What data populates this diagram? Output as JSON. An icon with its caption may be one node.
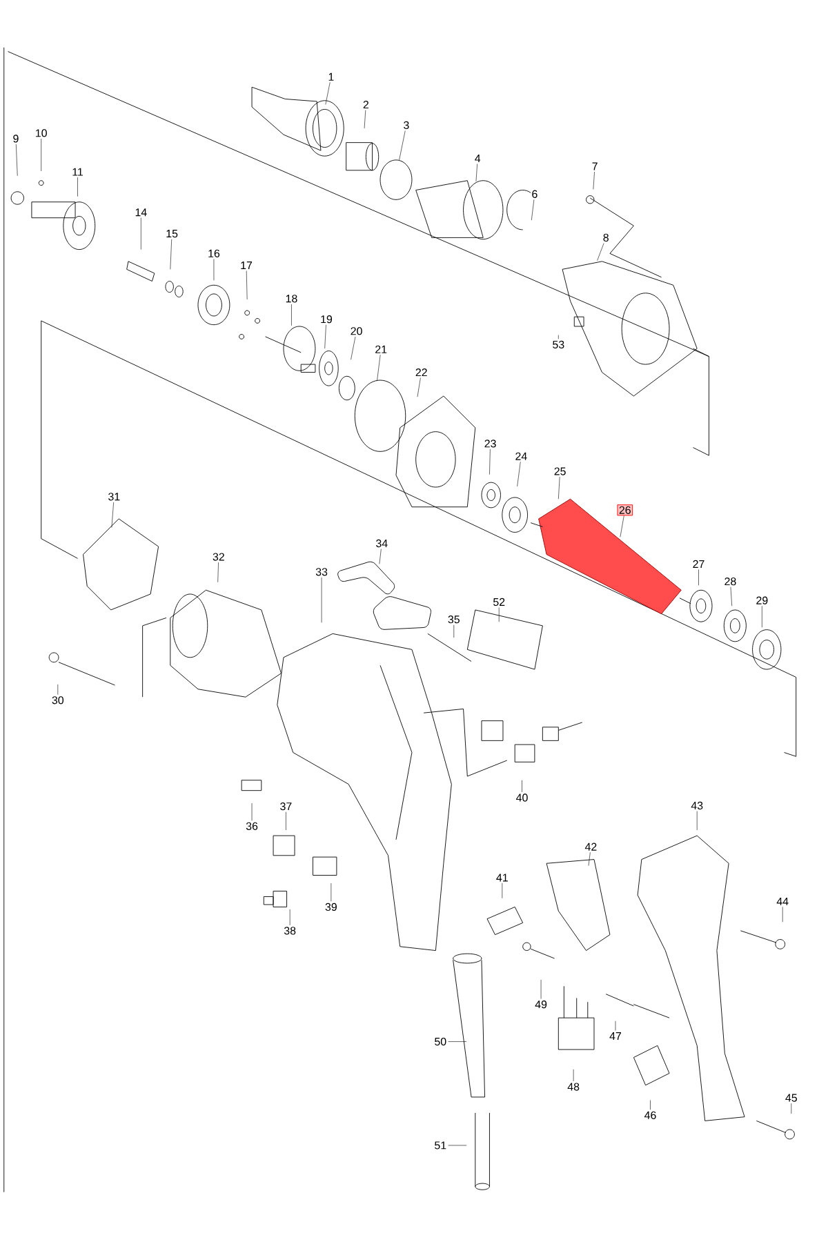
{
  "diagram": {
    "nodes": [
      {
        "text": [
          "1"
        ]
      },
      {
        "text": [
          "2"
        ]
      },
      {
        "text": [
          "3"
        ]
      },
      {
        "text": [
          "4"
        ]
      },
      {
        "text": [
          "6"
        ]
      },
      {
        "text": [
          "7"
        ]
      },
      {
        "text": [
          "8"
        ]
      },
      {
        "text": [
          "9"
        ]
      },
      {
        "text": [
          "10"
        ]
      },
      {
        "text": [
          "11"
        ]
      },
      {
        "text": [
          "14"
        ]
      },
      {
        "text": [
          "15"
        ]
      },
      {
        "text": [
          "16"
        ]
      },
      {
        "text": [
          "17"
        ]
      },
      {
        "text": [
          "18"
        ]
      },
      {
        "text": [
          "19"
        ]
      },
      {
        "text": [
          "20"
        ]
      },
      {
        "text": [
          "21"
        ]
      },
      {
        "text": [
          "22"
        ]
      },
      {
        "text": [
          "23"
        ]
      },
      {
        "text": [
          "24"
        ]
      },
      {
        "text": [
          "25"
        ]
      },
      {
        "text": [
          "26"
        ]
      },
      {
        "text": [
          "27"
        ]
      },
      {
        "text": [
          "28"
        ]
      },
      {
        "text": [
          "29"
        ]
      },
      {
        "text": [
          "30"
        ]
      },
      {
        "text": [
          "31"
        ]
      },
      {
        "text": [
          "32"
        ]
      },
      {
        "text": [
          "33"
        ]
      },
      {
        "text": [
          "34"
        ]
      },
      {
        "text": [
          "35"
        ]
      },
      {
        "text": [
          "36"
        ]
      },
      {
        "text": [
          "37"
        ]
      },
      {
        "text": [
          "38"
        ]
      },
      {
        "text": [
          "39"
        ]
      },
      {
        "text": [
          "40"
        ]
      },
      {
        "text": [
          "41"
        ]
      },
      {
        "text": [
          "42"
        ]
      },
      {
        "text": [
          "43"
        ]
      },
      {
        "text": [
          "44"
        ]
      },
      {
        "text": [
          "45"
        ]
      },
      {
        "text": [
          "46"
        ]
      },
      {
        "text": [
          "47"
        ]
      },
      {
        "text": [
          "48"
        ]
      },
      {
        "text": [
          "49"
        ]
      },
      {
        "text": [
          "50"
        ]
      },
      {
        "text": [
          "51"
        ]
      },
      {
        "text": [
          "52"
        ]
      },
      {
        "text": [
          "53"
        ]
      }
    ],
    "edges": [
      {
        "from": 0,
        "to": null,
        "arrow": "none"
      },
      {
        "from": 1,
        "to": null,
        "arrow": "none"
      },
      {
        "from": 2,
        "to": null,
        "arrow": "none"
      },
      {
        "from": 3,
        "to": null,
        "arrow": "none"
      },
      {
        "from": 4,
        "to": null,
        "arrow": "none"
      },
      {
        "from": 5,
        "to": null,
        "arrow": "none"
      },
      {
        "from": 6,
        "to": null,
        "arrow": "none"
      },
      {
        "from": 7,
        "to": null,
        "arrow": "none"
      },
      {
        "from": 8,
        "to": null,
        "arrow": "none"
      },
      {
        "from": 9,
        "to": null,
        "arrow": "none"
      },
      {
        "from": 10,
        "to": null,
        "arrow": "none"
      },
      {
        "from": 11,
        "to": null,
        "arrow": "none"
      },
      {
        "from": 12,
        "to": null,
        "arrow": "none"
      },
      {
        "from": 13,
        "to": null,
        "arrow": "none"
      },
      {
        "from": 14,
        "to": null,
        "arrow": "none"
      },
      {
        "from": 15,
        "to": null,
        "arrow": "none"
      },
      {
        "from": 16,
        "to": null,
        "arrow": "none"
      },
      {
        "from": 17,
        "to": null,
        "arrow": "none"
      },
      {
        "from": 18,
        "to": null,
        "arrow": "none"
      },
      {
        "from": 19,
        "to": null,
        "arrow": "none"
      },
      {
        "from": 20,
        "to": null,
        "arrow": "none"
      },
      {
        "from": 21,
        "to": null,
        "arrow": "none"
      },
      {
        "from": 22,
        "to": null,
        "arrow": "none"
      },
      {
        "from": 23,
        "to": null,
        "arrow": "none"
      },
      {
        "from": 24,
        "to": null,
        "arrow": "none"
      },
      {
        "from": 25,
        "to": null,
        "arrow": "none"
      },
      {
        "from": 26,
        "to": null,
        "arrow": "none"
      },
      {
        "from": 27,
        "to": null,
        "arrow": "none"
      },
      {
        "from": 28,
        "to": null,
        "arrow": "none"
      },
      {
        "from": 29,
        "to": null,
        "arrow": "none"
      },
      {
        "from": 30,
        "to": null,
        "arrow": "none"
      },
      {
        "from": 31,
        "to": null,
        "arrow": "none"
      },
      {
        "from": 32,
        "to": null,
        "arrow": "none"
      },
      {
        "from": 33,
        "to": null,
        "arrow": "none"
      },
      {
        "from": 34,
        "to": null,
        "arrow": "none"
      },
      {
        "from": 35,
        "to": null,
        "arrow": "none"
      },
      {
        "from": 36,
        "to": null,
        "arrow": "none"
      },
      {
        "from": 37,
        "to": null,
        "arrow": "none"
      },
      {
        "from": 38,
        "to": null,
        "arrow": "none"
      },
      {
        "from": 39,
        "to": null,
        "arrow": "none"
      },
      {
        "from": 40,
        "to": null,
        "arrow": "none"
      },
      {
        "from": 41,
        "to": null,
        "arrow": "none"
      },
      {
        "from": 42,
        "to": null,
        "arrow": "none"
      },
      {
        "from": 43,
        "to": null,
        "arrow": "none"
      },
      {
        "from": 44,
        "to": null,
        "arrow": "none"
      },
      {
        "from": 45,
        "to": null,
        "arrow": "none"
      },
      {
        "from": 46,
        "to": null,
        "arrow": "none"
      },
      {
        "from": 47,
        "to": null,
        "arrow": "none"
      },
      {
        "from": 48,
        "to": null,
        "arrow": "none"
      },
      {
        "from": 49,
        "to": null,
        "arrow": "none"
      }
    ]
  }
}
